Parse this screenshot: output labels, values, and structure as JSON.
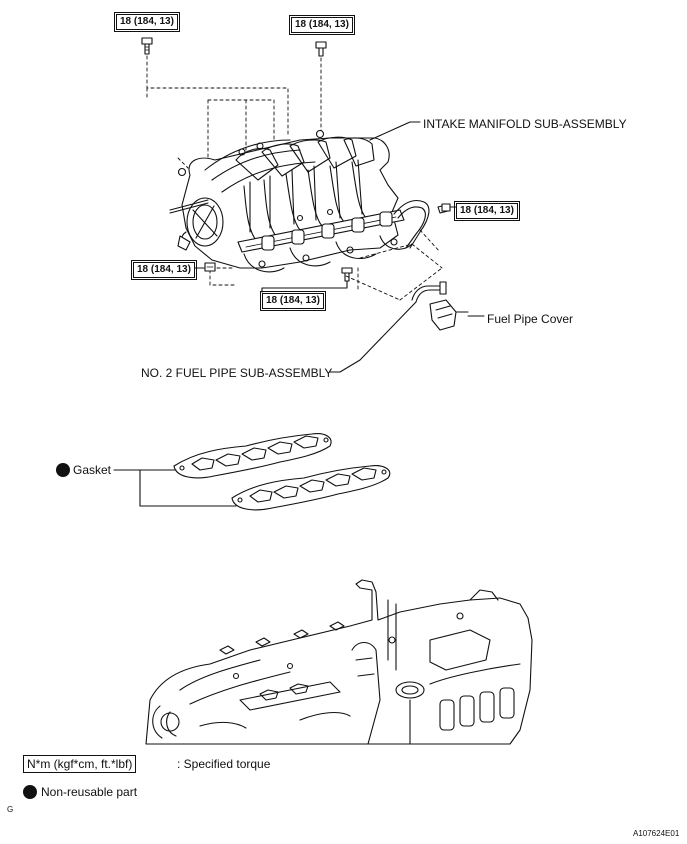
{
  "labels": {
    "intake_manifold": "INTAKE MANIFOLD SUB-ASSEMBLY",
    "fuel_pipe_cover": "Fuel Pipe Cover",
    "no2_fuel_pipe": "NO. 2 FUEL PIPE SUB-ASSEMBLY",
    "gasket": "Gasket"
  },
  "torque_specs": [
    "18 (184, 13)",
    "18 (184, 13)",
    "18 (184, 13)",
    "18 (184, 13)",
    "18 (184, 13)"
  ],
  "legend": {
    "torque_units": "N*m (kgf*cm, ft.*lbf)",
    "torque_meaning": ": Specified torque",
    "nonreusable": "Non-reusable part"
  },
  "corner": {
    "page_letter": "G",
    "figure_id": "A107624E01"
  },
  "colors": {
    "ink": "#111111",
    "background": "#ffffff"
  }
}
